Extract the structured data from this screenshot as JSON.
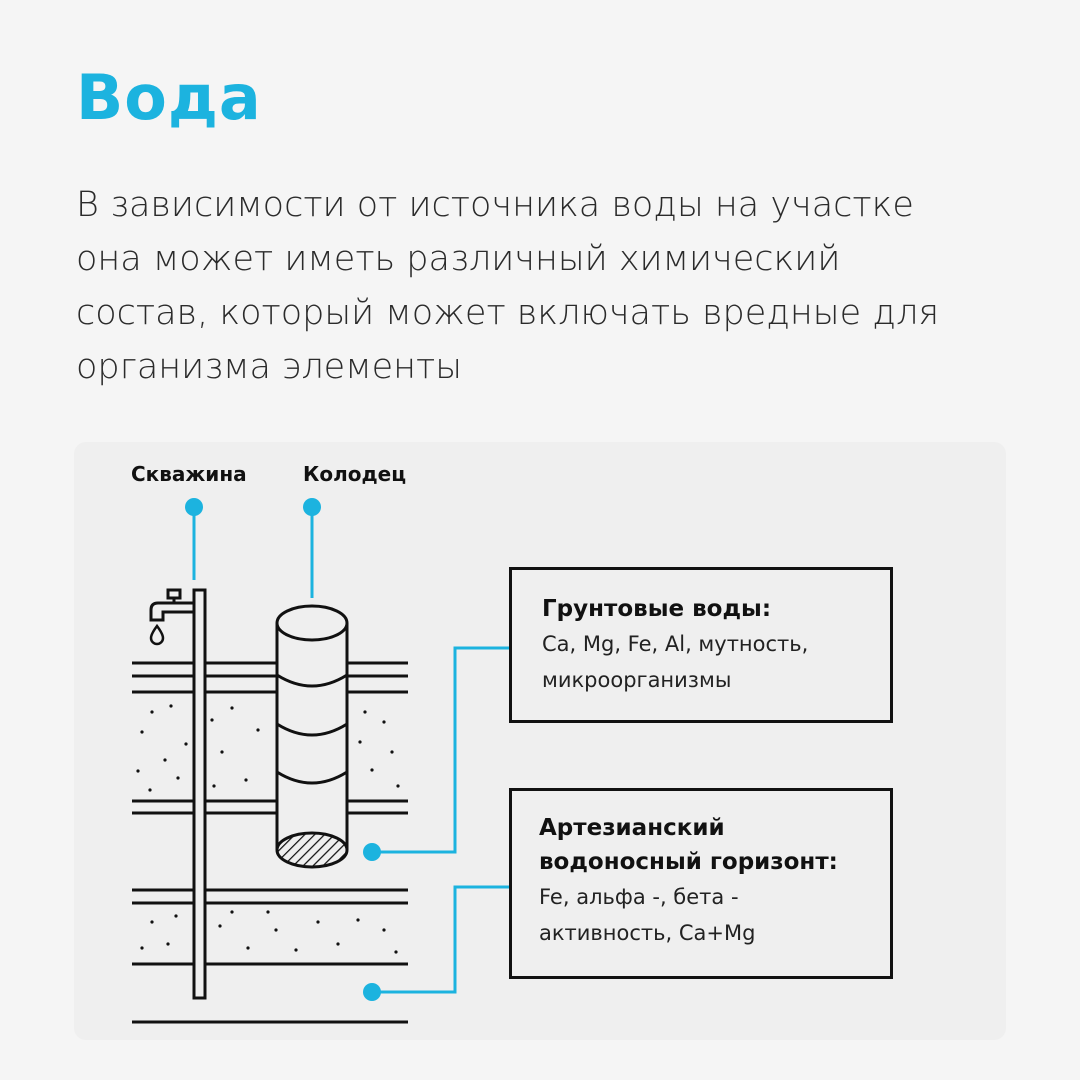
{
  "title": "Вода",
  "intro": "В зависимости от источника воды на участке она может иметь различный химический состав, который может включать вредные для организма элементы",
  "diagram": {
    "borehole_label": "Скважина",
    "well_label": "Колодец",
    "groundwater": {
      "heading": "Грунтовые воды:",
      "body": "Ca, Mg, Fe, Al, мутность, микроорганизмы"
    },
    "artesian": {
      "heading": "Артезианский водоносный горизонт:",
      "body": "Fe, альфа -, бета - активность, Ca+Mg"
    }
  },
  "colors": {
    "accent": "#1cb3df",
    "ink": "#111111",
    "background": "#f5f5f5",
    "panel": "#efefef"
  }
}
